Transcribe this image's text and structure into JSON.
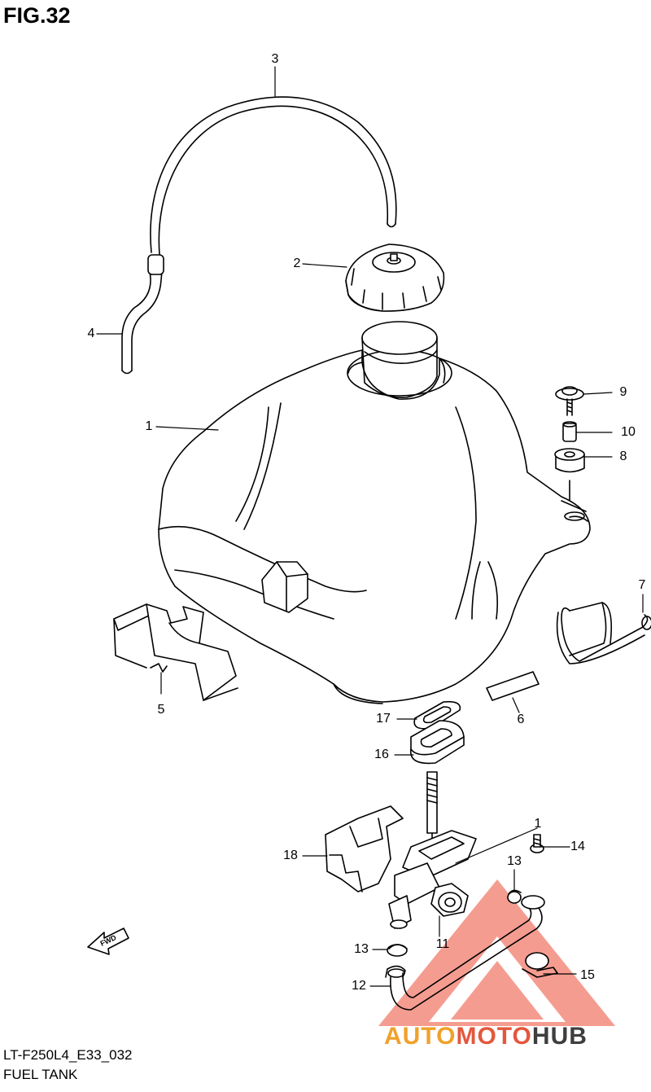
{
  "figure": {
    "title": "FIG.32",
    "code": "LT-F250L4_E33_032",
    "name": "FUEL TANK"
  },
  "callouts": [
    {
      "id": "c1",
      "label": "1"
    },
    {
      "id": "c2",
      "label": "2"
    },
    {
      "id": "c3",
      "label": "3"
    },
    {
      "id": "c4",
      "label": "4"
    },
    {
      "id": "c5",
      "label": "5"
    },
    {
      "id": "c6",
      "label": "6"
    },
    {
      "id": "c7",
      "label": "7"
    },
    {
      "id": "c8",
      "label": "8"
    },
    {
      "id": "c9",
      "label": "9"
    },
    {
      "id": "c10",
      "label": "10"
    },
    {
      "id": "c11",
      "label": "11"
    },
    {
      "id": "c12",
      "label": "12"
    },
    {
      "id": "c13a",
      "label": "13"
    },
    {
      "id": "c13b",
      "label": "13"
    },
    {
      "id": "c14",
      "label": "14"
    },
    {
      "id": "c15",
      "label": "15"
    },
    {
      "id": "c16",
      "label": "16"
    },
    {
      "id": "c17",
      "label": "17"
    },
    {
      "id": "c18",
      "label": "18"
    },
    {
      "id": "c1b",
      "label": "1"
    }
  ],
  "fwd_label": "FWD",
  "watermark": {
    "part1": "AUTO",
    "part2": "MOTO",
    "part3": "HUB",
    "color_auto": "#f0a12a",
    "color_moto": "#e4573d",
    "color_hub": "#3e3e3e",
    "triangle_color": "#e4573d"
  }
}
